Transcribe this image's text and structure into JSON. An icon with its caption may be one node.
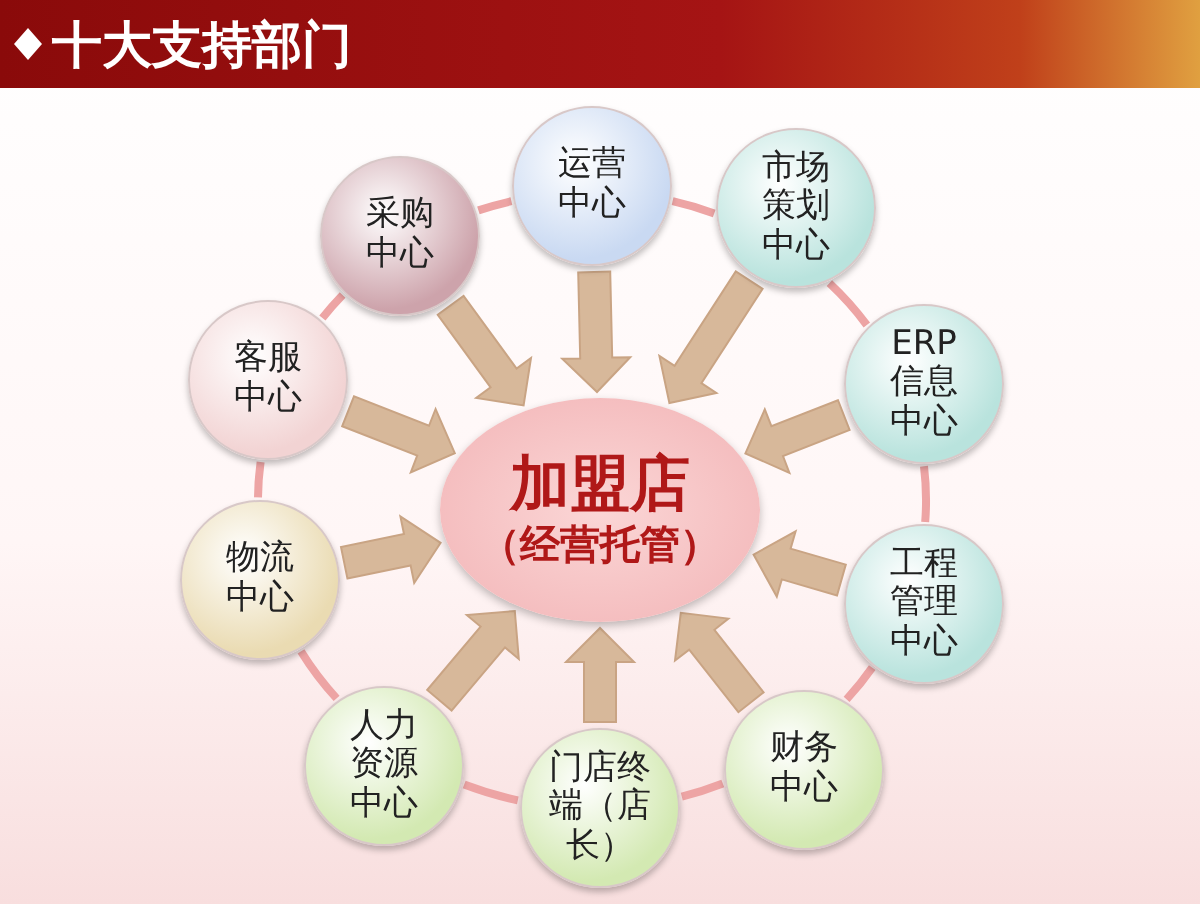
{
  "diagram": {
    "title": "十大支持部门",
    "nodes": [
      {
        "text": [
          "加盟店",
          "（经营托管）"
        ]
      },
      {
        "text": [
          "运营中心"
        ]
      },
      {
        "text": [
          "市场策划中心"
        ]
      },
      {
        "text": [
          "ERP信息中心"
        ]
      },
      {
        "text": [
          "工程管理中心"
        ]
      },
      {
        "text": [
          "财务中心"
        ]
      },
      {
        "text": [
          "门店终端（店长）"
        ]
      },
      {
        "text": [
          "人力资源中心"
        ]
      },
      {
        "text": [
          "物流中心"
        ]
      },
      {
        "text": [
          "客服中心"
        ]
      },
      {
        "text": [
          "采购中心"
        ]
      }
    ],
    "edges": [
      {
        "from": 1,
        "to": 2,
        "arrow": "none",
        "color": "#eda4a4"
      },
      {
        "from": 2,
        "to": 3,
        "arrow": "none",
        "color": "#eda4a4"
      },
      {
        "from": 3,
        "to": 4,
        "arrow": "none",
        "color": "#eda4a4"
      },
      {
        "from": 4,
        "to": 5,
        "arrow": "none",
        "color": "#eda4a4"
      },
      {
        "from": 5,
        "to": 6,
        "arrow": "none",
        "color": "#eda4a4"
      },
      {
        "from": 6,
        "to": 7,
        "arrow": "none",
        "color": "#eda4a4"
      },
      {
        "from": 7,
        "to": 8,
        "arrow": "none",
        "color": "#eda4a4"
      },
      {
        "from": 8,
        "to": 9,
        "arrow": "none",
        "color": "#eda4a4"
      },
      {
        "from": 9,
        "to": 10,
        "arrow": "none",
        "color": "#eda4a4"
      },
      {
        "from": 10,
        "to": 1,
        "arrow": "none",
        "color": "#eda4a4"
      },
      {
        "from": 1,
        "to": 0,
        "arrow": "to"
      },
      {
        "from": 2,
        "to": 0,
        "arrow": "to"
      },
      {
        "from": 3,
        "to": 0,
        "arrow": "to"
      },
      {
        "from": 4,
        "to": 0,
        "arrow": "to"
      },
      {
        "from": 5,
        "to": 0,
        "arrow": "to"
      },
      {
        "from": 6,
        "to": 0,
        "arrow": "to"
      },
      {
        "from": 7,
        "to": 0,
        "arrow": "to"
      },
      {
        "from": 8,
        "to": 0,
        "arrow": "to"
      },
      {
        "from": 9,
        "to": 0,
        "arrow": "to"
      },
      {
        "from": 10,
        "to": 0,
        "arrow": "to"
      }
    ]
  }
}
